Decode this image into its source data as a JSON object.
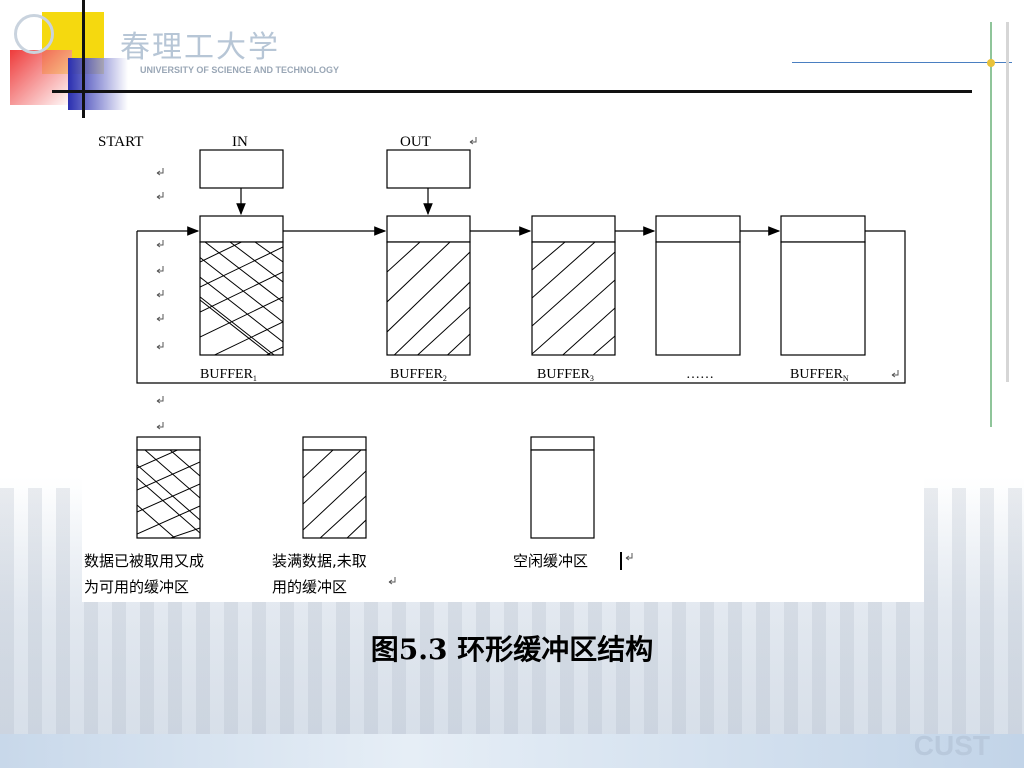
{
  "slide": {
    "logo_text": "春理工大学",
    "logo_subtitle": "UNIVERSITY OF SCIENCE AND TECHNOLOGY",
    "brand": "CUST",
    "caption": "图5.3  环形缓冲区结构"
  },
  "diagram": {
    "start_label": "START",
    "pointers": [
      {
        "label": "IN",
        "target": 0
      },
      {
        "label": "OUT",
        "target": 1
      }
    ],
    "buffers": [
      {
        "label": "BUFFER",
        "sub": "1",
        "fill": "cross"
      },
      {
        "label": "BUFFER",
        "sub": "2",
        "fill": "hatch"
      },
      {
        "label": "BUFFER",
        "sub": "3",
        "fill": "hatch"
      },
      {
        "label": "",
        "sub": "",
        "fill": "empty"
      },
      {
        "label": "BUFFER",
        "sub": "N",
        "fill": "empty"
      }
    ],
    "ellipsis": "……",
    "legend": [
      {
        "fill": "cross",
        "line1": "数据已被取用又成",
        "line2": "为可用的缓冲区"
      },
      {
        "fill": "hatch",
        "line1": "装满数据,未取",
        "line2": "用的缓冲区"
      },
      {
        "fill": "empty",
        "line1": "空闲缓冲区",
        "line2": ""
      }
    ]
  },
  "colors": {
    "logo_yellow": "#f5d90f",
    "logo_red": "#ee3b3b",
    "logo_blue": "#2a2fb0"
  }
}
